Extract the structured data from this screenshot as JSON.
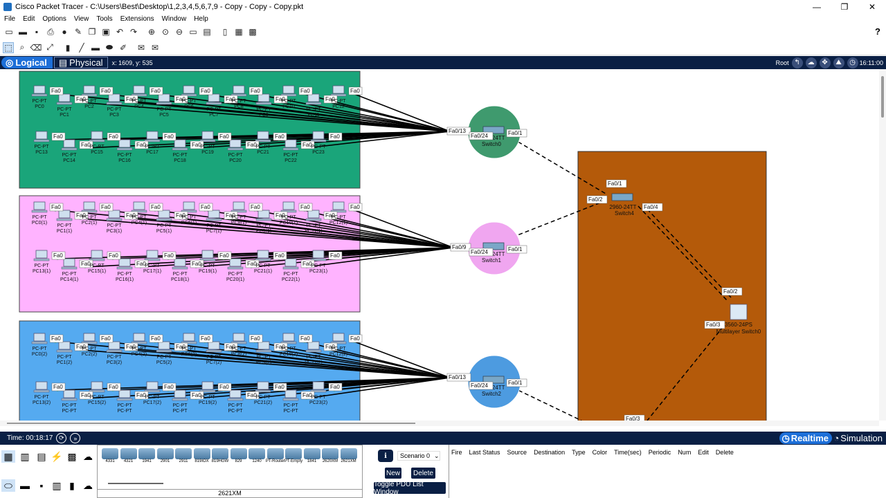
{
  "window": {
    "title": "Cisco Packet Tracer - C:\\Users\\Best\\Desktop\\1,2,3,4,5,6,7,9 - Copy - Copy - Copy.pkt",
    "controls": [
      "—",
      "❐",
      "✕"
    ]
  },
  "menu": [
    "File",
    "Edit",
    "Options",
    "View",
    "Tools",
    "Extensions",
    "Window",
    "Help"
  ],
  "toolbar1_icons": [
    "new-icon",
    "open-icon",
    "save-icon",
    "print-icon",
    "info-icon",
    "wizard-icon",
    "copy-icon",
    "paste-icon",
    "undo-icon",
    "redo-icon",
    "zoom-in-icon",
    "zoom-reset-icon",
    "zoom-out-icon",
    "drawing-palette-icon",
    "custom-device-icon",
    "cluster-icon",
    "viewport-icon"
  ],
  "toolbar2_icons": [
    "select-icon",
    "inspect-icon",
    "delete-icon",
    "resize-icon",
    "note-icon",
    "line-icon",
    "rectangle-icon",
    "ellipse-icon",
    "freeform-icon",
    "simple-pdu-icon",
    "complex-pdu-icon"
  ],
  "nav": {
    "logical": "Logical",
    "physical": "Physical",
    "coords": "x: 1609, y: 535",
    "root": "Root",
    "clock": "16:11:00"
  },
  "colors": {
    "green_area": "#1aa57a",
    "pink_area": "#ffb3ff",
    "blue_area": "#55aaf0",
    "brown_area": "#b45a0a",
    "nav_bg": "#0a1f44",
    "accent": "#1d6fd8"
  },
  "groups": [
    {
      "id": "green",
      "row1": [
        "PC0",
        "PC1",
        "PC2",
        "PC3",
        "PC4",
        "PC5",
        "PC6",
        "PC7",
        "PC8",
        "PC9",
        "PC10",
        "PC11",
        "PC12"
      ],
      "row2": [
        "PC13",
        "PC14",
        "PC15",
        "PC16",
        "PC17",
        "PC18",
        "PC19",
        "PC20",
        "PC21",
        "PC22",
        "PC23"
      ]
    },
    {
      "id": "pink",
      "row1": [
        "PC0(1)",
        "PC1(1)",
        "PC2(1)",
        "PC3(1)",
        "PC4(1)",
        "PC5(1)",
        "PC6(1)",
        "PC7(1)",
        "PC8(1)",
        "PC9(1)",
        "PC10(1)",
        "PC11(1)",
        "PC12(1)"
      ],
      "row2": [
        "PC13(1)",
        "PC14(1)",
        "PC15(1)",
        "PC16(1)",
        "PC17(1)",
        "PC18(1)",
        "PC19(1)",
        "PC20(1)",
        "PC21(1)",
        "PC22(1)",
        "PC23(1)"
      ]
    },
    {
      "id": "blue",
      "row1": [
        "PC0(2)",
        "PC1(2)",
        "PC2(2)",
        "PC3(2)",
        "PC4(2)",
        "PC5(2)",
        "PC6(2)",
        "PC7(2)",
        "PC8(2)",
        "PC9(2)",
        "PC10(2)",
        "PC11(2)",
        "PC12(2)"
      ],
      "row2": [
        "PC13(2)",
        "PC-PT",
        "PC15(2)",
        "PC-PT",
        "PC17(2)",
        "PC-PT",
        "PC19(2)",
        "PC-PT",
        "PC21(2)",
        "PC-PT",
        "PC23(2)"
      ]
    }
  ],
  "device_type_label": "PC-PT",
  "port_pc": "Fa0",
  "switches": [
    {
      "name": "Switch0",
      "model": "2960-24TT",
      "port_in": "Fa0/13",
      "port_mid": "Fa0/24",
      "port_up": "Fa0/1"
    },
    {
      "name": "Switch1",
      "model": "2960-24TT",
      "port_in": "Fa0/9",
      "port_mid": "Fa0/24",
      "port_up": "Fa0/1"
    },
    {
      "name": "Switch2",
      "model": "2960-24TT",
      "port_in": "Fa0/13",
      "port_mid": "Fa0/24",
      "port_up": "Fa0/1"
    }
  ],
  "core": {
    "switch4": {
      "name": "Switch4",
      "model": "2960-24TT",
      "ports": [
        "Fa0/1",
        "Fa0/2",
        "Fa0/4"
      ]
    },
    "multilayer": {
      "name": "Multilayer Switch0",
      "model": "3560-24PS",
      "ports": [
        "Fa0/2",
        "Fa0/3"
      ]
    },
    "bottom_port": "Fa0/3"
  },
  "status": {
    "time_label": "Time: 00:18:17",
    "realtime": "Realtime",
    "simulation": "Simulation"
  },
  "bottom": {
    "category_icons": [
      "network-devices-icon",
      "end-devices-icon",
      "components-icon",
      "connections-icon",
      "misc-icon",
      "multiuser-icon",
      "routers-icon",
      "switches-icon",
      "hubs-icon",
      "wireless-icon",
      "security-icon",
      "wan-emulation-icon"
    ],
    "devices": [
      "4331",
      "4321",
      "1941",
      "2901",
      "2911",
      "819IOX",
      "819HGW",
      "829",
      "1240",
      "PT-Router",
      "PT-Empty",
      "1841",
      "2620XM",
      "2621XM"
    ],
    "selected_device": "2621XM",
    "scenario": "Scenario 0",
    "new_btn": "New",
    "delete_btn": "Delete",
    "toggle_btn": "Toggle PDU List Window",
    "pdu_columns": [
      "Fire",
      "Last Status",
      "Source",
      "Destination",
      "Type",
      "Color",
      "Time(sec)",
      "Periodic",
      "Num",
      "Edit",
      "Delete"
    ]
  }
}
